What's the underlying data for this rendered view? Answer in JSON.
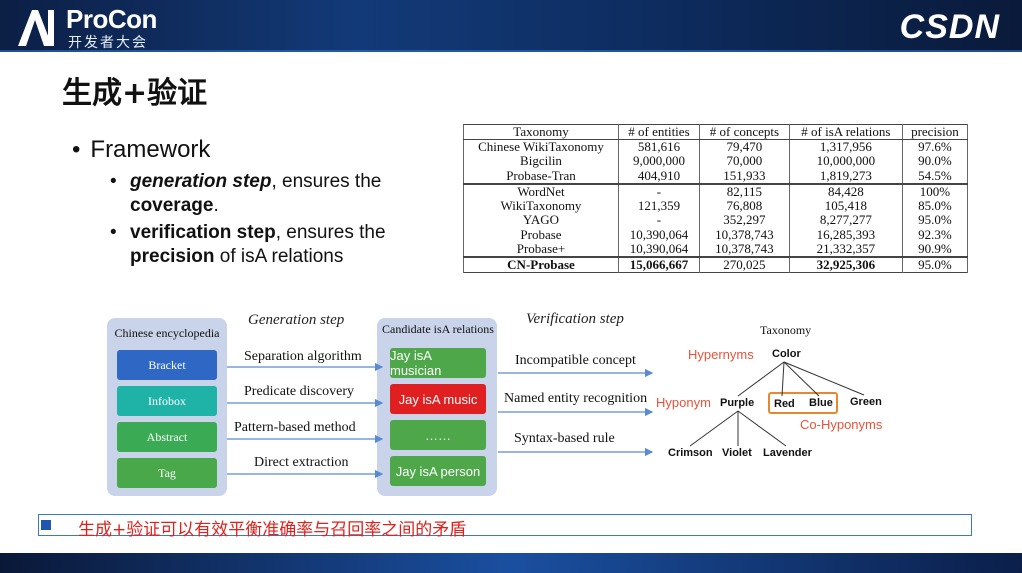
{
  "header": {
    "logo_main": "ProCon",
    "logo_sub": "开发者大会",
    "brand_right": "CSDN"
  },
  "slide": {
    "title": "生成+验证",
    "bullets": {
      "framework": "Framework",
      "gen_bold": "generation step",
      "gen_rest": ", ensures the",
      "gen_bold2": "coverage",
      "gen_end": ".",
      "ver_bold": "verification step",
      "ver_rest": ", ensures the",
      "ver_bold2": "precision",
      "ver_end": " of isA relations"
    },
    "table": {
      "headers": [
        "Taxonomy",
        "# of entities",
        "# of concepts",
        "# of isA relations",
        "precision"
      ],
      "group1": [
        [
          "Chinese WikiTaxonomy",
          "581,616",
          "79,470",
          "1,317,956",
          "97.6%"
        ],
        [
          "Bigcilin",
          "9,000,000",
          "70,000",
          "10,000,000",
          "90.0%"
        ],
        [
          "Probase-Tran",
          "404,910",
          "151,933",
          "1,819,273",
          "54.5%"
        ]
      ],
      "group2": [
        [
          "WordNet",
          "-",
          "82,115",
          "84,428",
          "100%"
        ],
        [
          "WikiTaxonomy",
          "121,359",
          "76,808",
          "105,418",
          "85.0%"
        ],
        [
          "YAGO",
          "-",
          "352,297",
          "8,277,277",
          "95.0%"
        ],
        [
          "Probase",
          "10,390,064",
          "10,378,743",
          "16,285,393",
          "92.3%"
        ],
        [
          "Probase+",
          "10,390,064",
          "10,378,743",
          "21,332,357",
          "90.9%"
        ]
      ],
      "last": [
        "CN-Probase",
        "15,066,667",
        "270,025",
        "32,925,306",
        "95.0%"
      ]
    },
    "diagram": {
      "enc_title": "Chinese encyclopedia",
      "gen_step": "Generation step",
      "cand_title": "Candidate isA relations",
      "ver_step": "Verification step",
      "sources": [
        "Bracket",
        "Infobox",
        "Abstract",
        "Tag"
      ],
      "source_colors": [
        "#2f67c4",
        "#1fb3a8",
        "#3aaa55",
        "#49a84a"
      ],
      "gen_methods": [
        "Separation algorithm",
        "Predicate discovery",
        "Pattern-based method",
        "Direct extraction"
      ],
      "candidates": [
        "Jay isA musician",
        "Jay isA music",
        "……",
        "Jay isA person"
      ],
      "candidate_colors": [
        "#4ea84a",
        "#e02020",
        "#4ea84a",
        "#4ea84a"
      ],
      "ver_methods": [
        "Incompatible concept",
        "Named entity recognition",
        "Syntax-based rule"
      ],
      "taxonomy": {
        "title": "Taxonomy",
        "hypernyms": "Hypernyms",
        "hyponym": "Hyponym",
        "co_hyponyms": "Co-Hyponyms",
        "color": "Color",
        "purple": "Purple",
        "red": "Red",
        "blue": "Blue",
        "green": "Green",
        "crimson": "Crimson",
        "violet": "Violet",
        "lavender": "Lavender"
      }
    },
    "footer": "生成+验证可以有效平衡准确率与召回率之间的矛盾"
  }
}
